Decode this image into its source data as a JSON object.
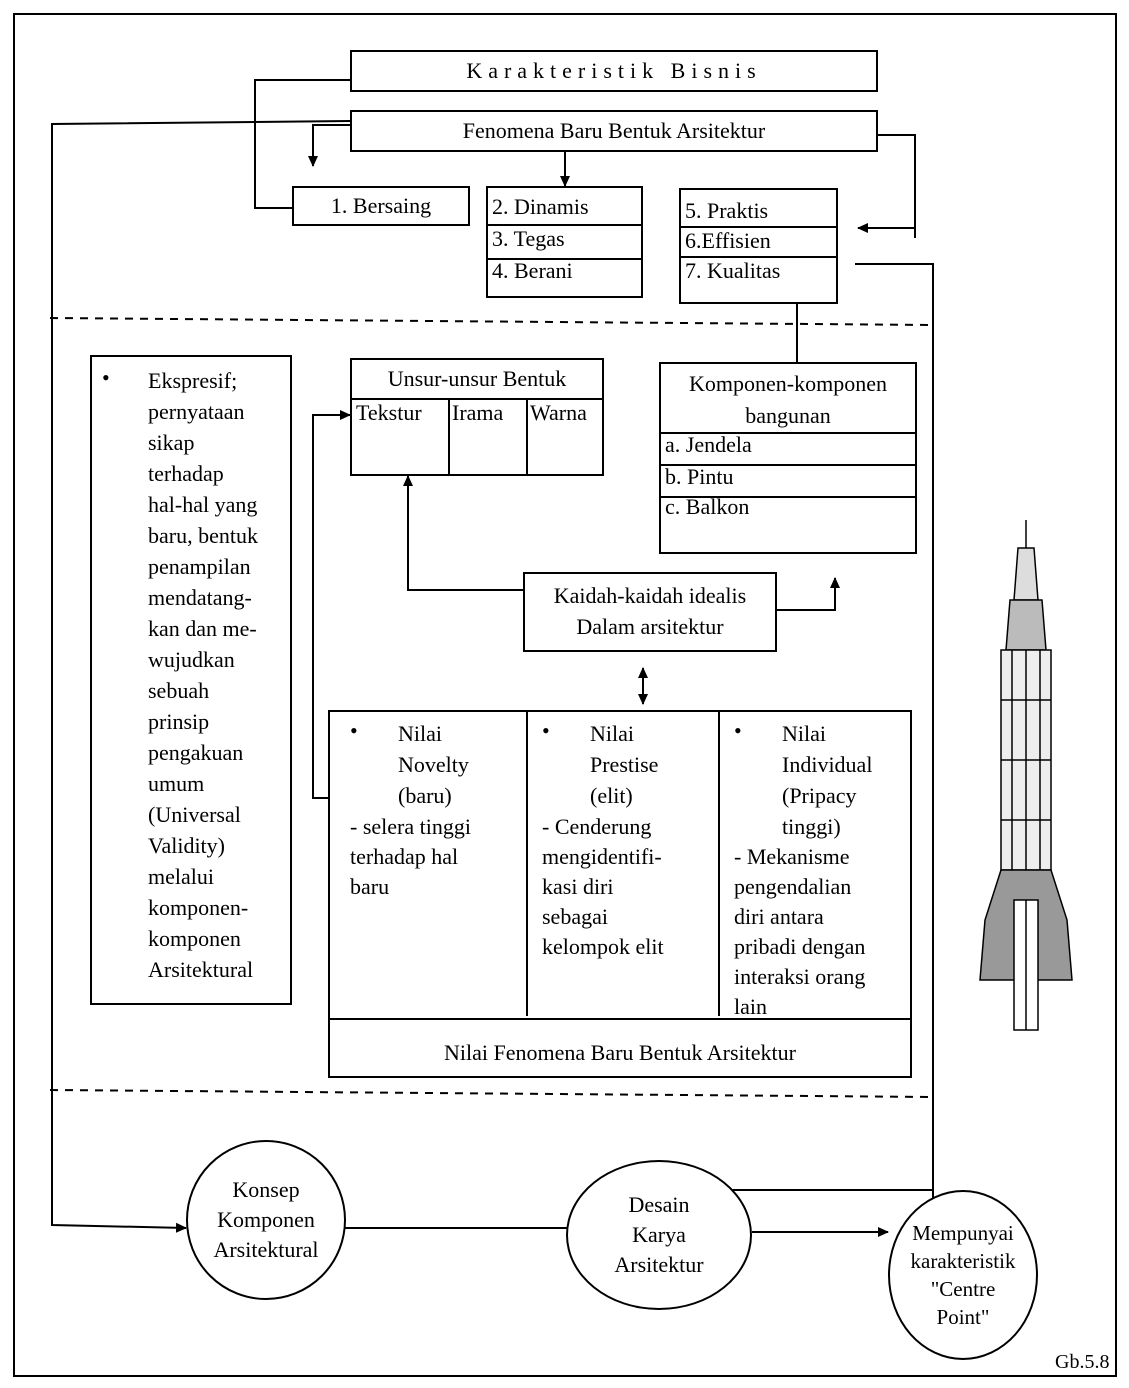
{
  "title_box": "Karakteristik Bisnis",
  "phenomenon_box": "Fenomena Baru Bentuk Arsitektur",
  "characteristics": {
    "group1": [
      "1. Bersaing"
    ],
    "group2": [
      "2. Dinamis",
      "3. Tegas",
      "4. Berani"
    ],
    "group3": [
      "5. Praktis",
      "6.Effisien",
      "7. Kualitas"
    ]
  },
  "expressive": {
    "bullet": "•",
    "text": "Ekspresif;\npernyataan\nsikap\nterhadap\nhal-hal yang\nbaru, bentuk\npenampilan\nmendatang-\nkan dan me-\nwujudkan\nsebuah\nprinsip\npengakuan\numum\n(Universal\nValidity)\nmelalui\nkomponen-\nkomponen\nArsitektural"
  },
  "form_elements": {
    "title": "Unsur-unsur Bentuk",
    "columns": [
      "Tekstur",
      "Irama",
      "Warna"
    ]
  },
  "building_components": {
    "title": "Komponen-komponen bangunan",
    "items": [
      "a. Jendela",
      "b. Pintu",
      "c. Balkon"
    ]
  },
  "idealist_rules": "Kaidah-kaidah idealis\nDalam arsitektur",
  "values": {
    "columns": [
      {
        "bullet": "•",
        "head": "Nilai\nNovelty\n(baru)",
        "body": "- selera tinggi\n  terhadap hal\n  baru"
      },
      {
        "bullet": "•",
        "head": "Nilai\nPrestise\n(elit)",
        "body": "- Cenderung\nmengidentifi-\nkasi diri\nsebagai\nkelompok elit"
      },
      {
        "bullet": "•",
        "head": "Nilai\nIndividual\n(Pripacy\ntinggi)",
        "body": "- Mekanisme\npengendalian\ndiri antara\npribadi dengan\ninteraksi orang\nlain"
      }
    ],
    "footer": "Nilai Fenomena Baru Bentuk Arsitektur"
  },
  "circles": {
    "concept": "Konsep\nKomponen\nArsitektural",
    "design": "Desain\nKarya\nArsitektur",
    "result": "Mempunyai\nkarakteristik\n\"Centre\nPoint\""
  },
  "figure_label": "Gb.5.8"
}
